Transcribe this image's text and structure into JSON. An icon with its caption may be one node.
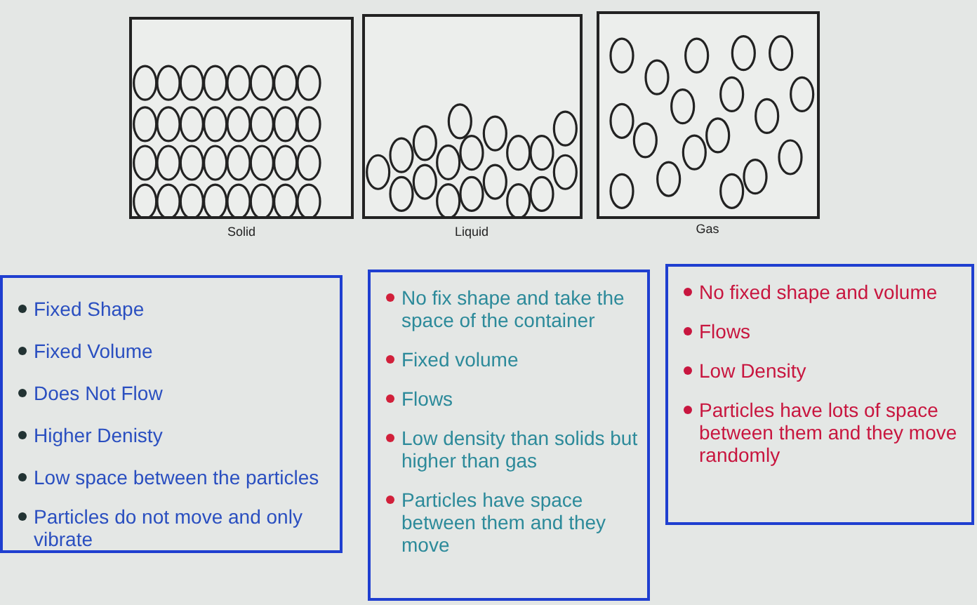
{
  "diagram": {
    "nodes": [
      {
        "text": [],
        "shape": "box",
        "beside": [
          "Solid"
        ]
      },
      {
        "text": [],
        "shape": "box",
        "beside": [
          "Liquid"
        ]
      },
      {
        "text": [],
        "shape": "box",
        "beside": [
          "Gas"
        ]
      },
      {
        "text": [
          "Fixed Shape",
          "Fixed Volume",
          "Does Not Flow",
          "Higher Denisty",
          "Low space between the particles",
          "Particles do not move and only vibrate"
        ]
      },
      {
        "text": [
          "No fix shape and take the space of the container",
          "Fixed volume",
          "Flows",
          "Low density than solids but higher than gas",
          "Particles have space between them and they move"
        ]
      },
      {
        "text": [
          "No fixed shape and volume",
          "Flows",
          "Low Density",
          "Particles have lots of space between them and they move randomly"
        ]
      }
    ],
    "edges": []
  }
}
